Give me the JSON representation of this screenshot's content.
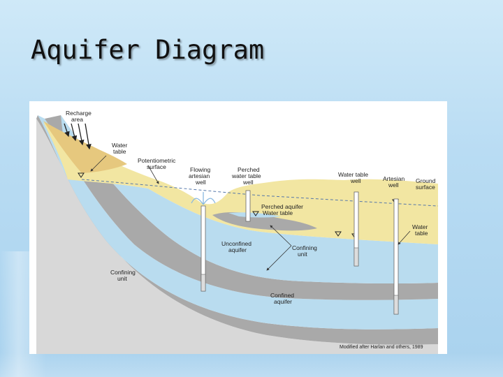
{
  "slide": {
    "title": "Aquifer Diagram"
  },
  "diagram": {
    "labels": {
      "recharge_area": [
        "Recharge",
        "area"
      ],
      "water_table_left": [
        "Water",
        "table"
      ],
      "potentiometric_surface": [
        "Potentiometric",
        "surface"
      ],
      "flowing_artesian_well": [
        "Flowing",
        "artesian",
        "well"
      ],
      "perched_water_table_well": [
        "Perched",
        "water table",
        "well"
      ],
      "water_table_well": [
        "Water table",
        "well"
      ],
      "artesian_well": [
        "Artesian",
        "well"
      ],
      "ground_surface": [
        "Ground",
        "surface"
      ],
      "perched_aquifer": "Perched aquifer",
      "perched_water_table": "Water table",
      "water_table_right": [
        "Water",
        "table"
      ],
      "unconfined_aquifer": [
        "Unconfined",
        "aquifer"
      ],
      "confining_unit_mid": [
        "Confining",
        "unit"
      ],
      "confining_unit_left": [
        "Confining",
        "unit"
      ],
      "confined_aquifer": [
        "Confined",
        "aquifer"
      ]
    },
    "credit": "Modified after Harlan and others, 1989",
    "colors": {
      "unsaturated_zone": "#f2e6a2",
      "recharge_soil": "#e6c87e",
      "aquifer_water": "#b9dcef",
      "confining_unit": "#a8a8a8",
      "deep_rock": "#cfcfcf"
    }
  }
}
